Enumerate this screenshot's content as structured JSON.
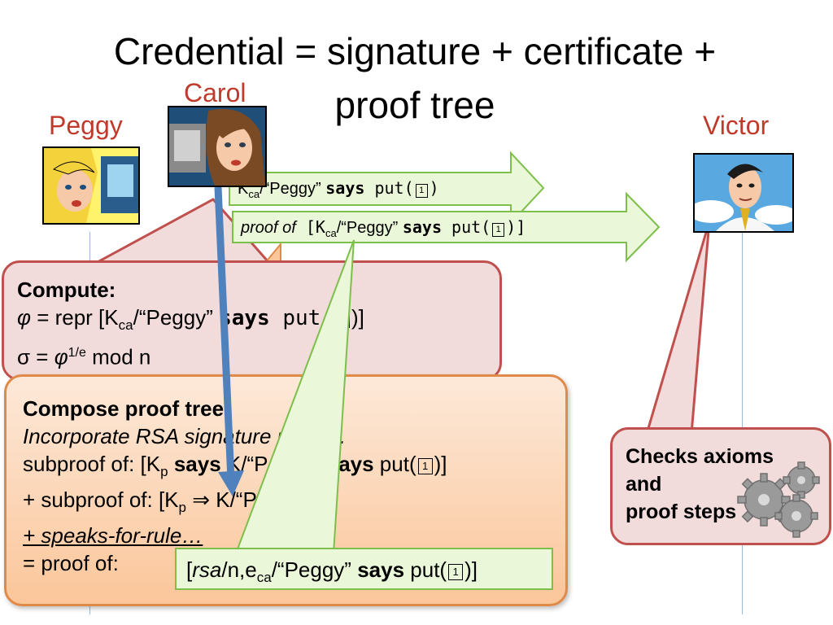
{
  "title": {
    "line1": "Credential = signature + certificate +",
    "line2": "proof tree"
  },
  "actors": {
    "carol": "Carol",
    "peggy": "Peggy",
    "victor": "Victor"
  },
  "key_symbol": "1",
  "message1": {
    "k": "K",
    "sub": "ca",
    "mid": "/“Peggy” ",
    "says": "says",
    "tail": " put(",
    "close": ")"
  },
  "message2": {
    "proof_of": "proof of",
    "open": " [K",
    "sub": "ca",
    "mid": "/“Peggy” ",
    "says": "says",
    "tail": " put(",
    "close": ")]"
  },
  "compute": {
    "heading": "Compute:",
    "phi": "φ",
    "l1a": " = repr [K",
    "l1sub": "ca",
    "l1b": "/“Peggy” ",
    "l1says": "says",
    "l1c": " put(",
    "l1d": ")]",
    "sigma": "σ = ",
    "sup": "1/e",
    "modn": " mod n"
  },
  "compose": {
    "heading": "Compose proof tree:",
    "italic": "Incorporate RSA signature proof…",
    "s1a": "subproof of: [K",
    "s1sub": "p",
    "s1b": " ",
    "s1says": "says",
    "s1c": " K",
    "s1d": "/“Peggy” ",
    "s1says2": "says",
    "s1e": " put(",
    "s1f": ")]",
    "s2a": "+ subproof of: [K",
    "s2sub": "p",
    "s2arrow": " ⇒ ",
    "s2b": "K",
    "s2c": "/“Peggy”]",
    "s3": "+ speaks-for-rule…",
    "s4": "= proof of:"
  },
  "rsa": {
    "open": "[",
    "rsa": "rsa",
    "mid": "/n,e",
    "sub": "ca",
    "mid2": "/“Peggy” ",
    "says": "says",
    "tail": " put(",
    "close": ")]"
  },
  "checks": {
    "l1": "Checks axioms",
    "l2": "and",
    "l3": "proof steps"
  },
  "colors": {
    "arrow_blue": "#4f81bd",
    "green_fill": "#ebf7d9",
    "green_border": "#7cbf4a",
    "red_border": "#c0504d",
    "pink_fill": "#f2dcdb",
    "name_red": "#c0392b"
  }
}
